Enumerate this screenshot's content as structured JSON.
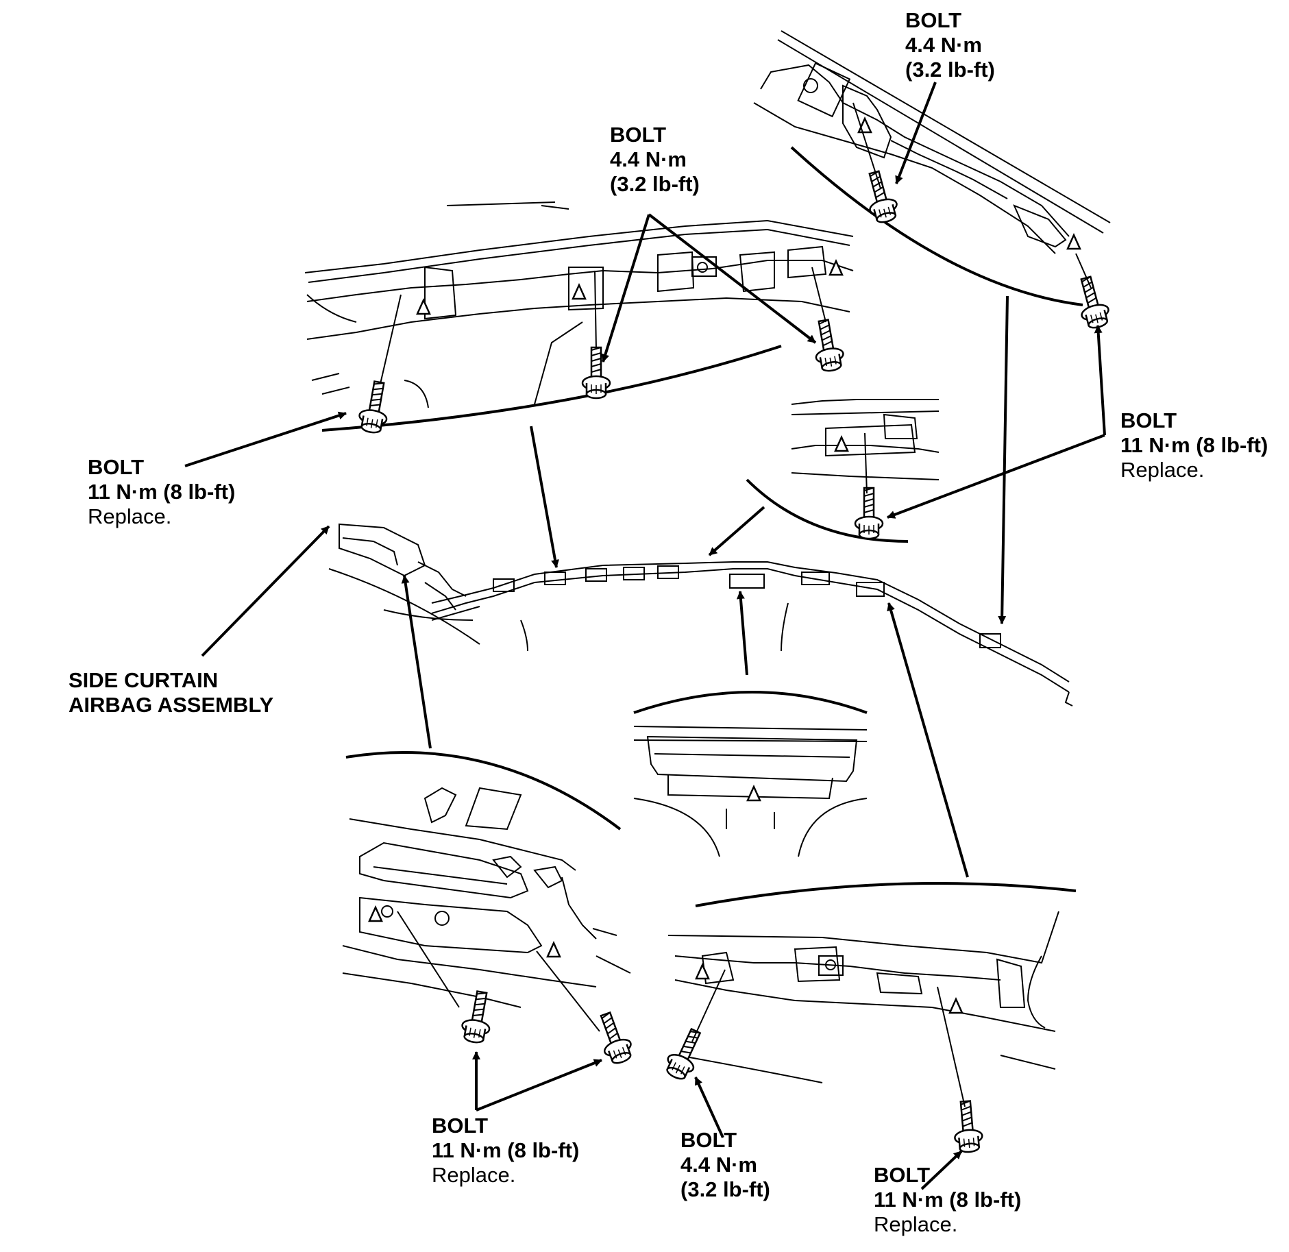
{
  "labels": {
    "bolt_top_right": {
      "name": "BOLT",
      "torque": "4.4 N·m",
      "imperial": "(3.2 lb-ft)"
    },
    "bolt_top_center": {
      "name": "BOLT",
      "torque": "4.4 N·m",
      "imperial": "(3.2 lb-ft)"
    },
    "bolt_left": {
      "name": "BOLT",
      "torque": "11 N·m (8 lb-ft)",
      "note": "Replace."
    },
    "bolt_right": {
      "name": "BOLT",
      "torque": "11 N·m (8 lb-ft)",
      "note": "Replace."
    },
    "assembly": {
      "line1": "SIDE CURTAIN",
      "line2": "AIRBAG ASSEMBLY"
    },
    "bolt_bottom_left": {
      "name": "BOLT",
      "torque": "11 N·m (8 lb-ft)",
      "note": "Replace."
    },
    "bolt_bottom_center": {
      "name": "BOLT",
      "torque": "4.4 N·m",
      "imperial": "(3.2 lb-ft)"
    },
    "bolt_bottom_right": {
      "name": "BOLT",
      "torque": "11 N·m (8 lb-ft)",
      "note": "Replace."
    }
  },
  "colors": {
    "ink": "#000000",
    "paper": "#ffffff"
  }
}
